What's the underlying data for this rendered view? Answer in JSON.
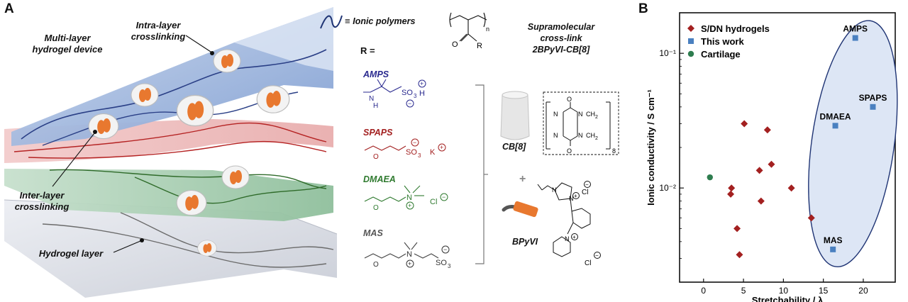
{
  "panel_a": {
    "letter": "A",
    "labels": {
      "device_line1": "Multi-layer",
      "device_line2": "hydrogel device",
      "intra_line1": "Intra-layer",
      "intra_line2": "crosslinking",
      "inter_line1": "Inter-layer",
      "inter_line2": "crosslinking",
      "layer": "Hydrogel layer"
    },
    "legend": {
      "ionic_prefix": "≡",
      "ionic_text": "Ionic polymers",
      "r_text": "R =",
      "n_sub": "n",
      "o_atom": "O",
      "r_atom": "R",
      "supra_line1": "Supramolecular",
      "supra_line2": "cross-link",
      "supra_line3": "2BPyVI-CB[8]"
    },
    "monomers": [
      {
        "name": "AMPS",
        "color": "#2a2a8f"
      },
      {
        "name": "SPAPS",
        "color": "#a32020"
      },
      {
        "name": "DMAEA",
        "color": "#2f7a2f"
      },
      {
        "name": "MAS",
        "color": "#555555"
      }
    ],
    "chem_text": {
      "nh": "N",
      "h": "H",
      "so3": "SO",
      "sub3": "3",
      "plus": "+",
      "minus": "−",
      "h_plus": "H",
      "k": "K",
      "o": "O",
      "n": "N",
      "cl": "Cl"
    },
    "cb8": {
      "label": "CB[8]",
      "o": "O",
      "n": "N",
      "ch2": "CH",
      "sub2": "2",
      "sub8": "8"
    },
    "bpyvi": {
      "label": "BPyVI",
      "plus_sign": "+",
      "cl": "Cl"
    }
  },
  "panel_b": {
    "letter": "B",
    "chart_data": {
      "type": "scatter",
      "xlabel": "Stretchability / λ",
      "ylabel": "Ionic conductivity / S cm⁻¹",
      "xlim": [
        -3,
        24
      ],
      "ylim": [
        0.002,
        0.2
      ],
      "yscale": "log",
      "x_ticks": [
        0,
        5,
        10,
        15,
        20
      ],
      "y_ticks": [
        {
          "value": 0.01,
          "label": "10⁻²"
        },
        {
          "value": 0.1,
          "label": "10⁻¹"
        }
      ],
      "legend_position": "top-left",
      "series": [
        {
          "name": "S/DN hydrogels",
          "marker": "diamond",
          "color": "#a32020",
          "points": [
            {
              "x": 5.1,
              "y": 0.03
            },
            {
              "x": 8.0,
              "y": 0.027
            },
            {
              "x": 8.5,
              "y": 0.015
            },
            {
              "x": 7.0,
              "y": 0.0135
            },
            {
              "x": 3.5,
              "y": 0.01
            },
            {
              "x": 3.4,
              "y": 0.009
            },
            {
              "x": 11.0,
              "y": 0.01
            },
            {
              "x": 7.2,
              "y": 0.008
            },
            {
              "x": 13.5,
              "y": 0.006
            },
            {
              "x": 4.2,
              "y": 0.005
            },
            {
              "x": 4.5,
              "y": 0.0032
            }
          ]
        },
        {
          "name": "This work",
          "marker": "square",
          "color": "#4a80c0",
          "points": [
            {
              "x": 19.0,
              "y": 0.13,
              "label": "AMPS"
            },
            {
              "x": 21.2,
              "y": 0.04,
              "label": "SPAPS"
            },
            {
              "x": 16.5,
              "y": 0.029,
              "label": "DMAEA"
            },
            {
              "x": 16.2,
              "y": 0.0035,
              "label": "MAS"
            }
          ]
        },
        {
          "name": "Cartilage",
          "marker": "circle",
          "color": "#2e7d4f",
          "points": [
            {
              "x": 0.8,
              "y": 0.012
            }
          ]
        }
      ]
    }
  }
}
